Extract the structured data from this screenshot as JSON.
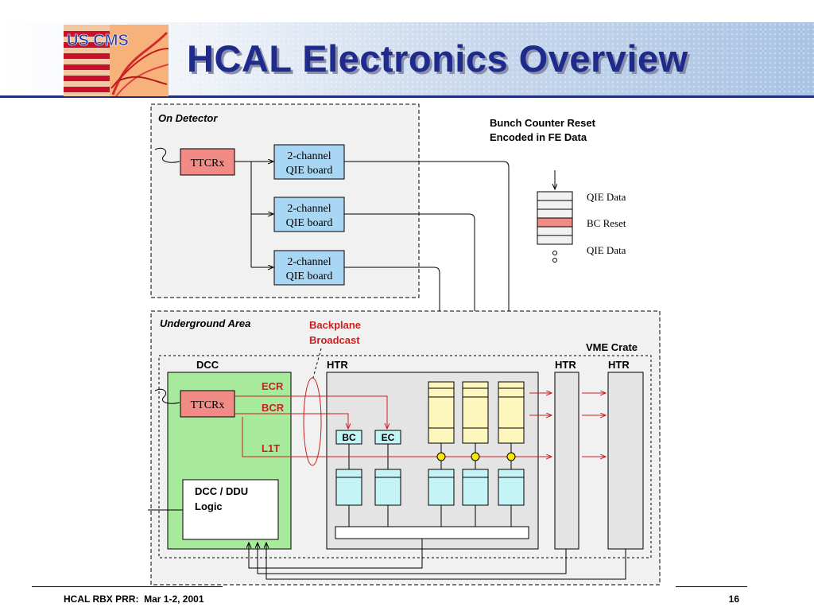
{
  "slide": {
    "title": "HCAL Electronics Overview",
    "logo_text": "US CMS",
    "footer_text": "HCAL RBX PRR:  Mar 1-2, 2001",
    "page_number": "16"
  },
  "diagram": {
    "on_detector_label": "On Detector",
    "underground_label": "Underground Area",
    "vme_crate_label": "VME Crate",
    "ttcrx_label": "TTCRx",
    "qie_board_line1": "2-channel",
    "qie_board_line2": "QIE board",
    "dcc_label": "DCC",
    "htr_label": "HTR",
    "dcc_logic_line1": "DCC / DDU",
    "dcc_logic_line2": "Logic",
    "ecr_label": "ECR",
    "bcr_label": "BCR",
    "l1t_label": "L1T",
    "bc_label": "BC",
    "ec_label": "EC",
    "backplane_line1": "Backplane",
    "backplane_line2": "Broadcast",
    "bunch_reset_line1": "Bunch Counter Reset",
    "bunch_reset_line2": "Encoded in FE Data",
    "legend_qie_data": "QIE Data",
    "legend_bc_reset": "BC Reset"
  },
  "colors": {
    "title": "#1e2a8c",
    "ttcrx_fill": "#f28a86",
    "qie_board_fill": "#a9d6f3",
    "dcc_fill": "#a8ea9c",
    "htr_fill": "#e4e4e4",
    "fifo_fill": "#fdf6bd",
    "chip_fill": "#c4f4f6",
    "junction_fill": "#f6e800",
    "signal_red": "#cc1f1f"
  }
}
